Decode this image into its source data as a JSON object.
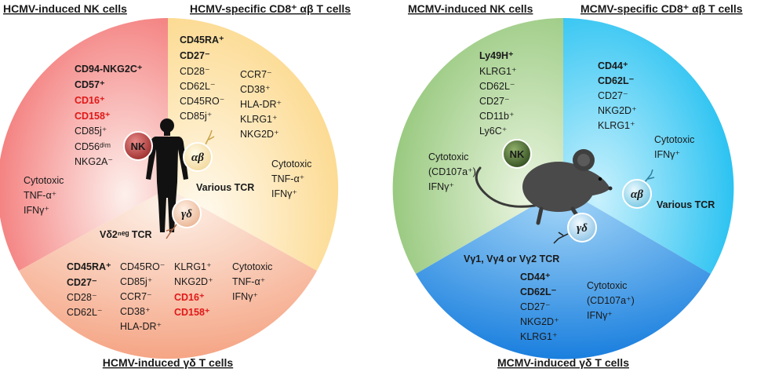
{
  "colors": {
    "nk_pink": "#f26c6c",
    "cd8_cream": "#fbd98c",
    "gd_peach": "#f6b08f",
    "m_green": "#9acb80",
    "m_cyan": "#2ec6f2",
    "m_blue": "#2288e0",
    "marker_red": "#e01818"
  },
  "hcmv": {
    "nk": {
      "title": "HCMV-induced NK cells",
      "markers": [
        "CD94-NKG2C⁺",
        "CD57⁺",
        "CD16⁺",
        "CD158⁺",
        "CD85j⁺",
        "CD56ᵈⁱᵐ",
        "NKG2A⁻"
      ],
      "function": [
        "Cytotoxic",
        "TNF-α⁺",
        "IFNγ⁺"
      ],
      "cell_label": "NK"
    },
    "cd8": {
      "title": "HCMV-specific CD8⁺ αβ T cells",
      "markers_col1": [
        "CD45RA⁺",
        "CD27⁻",
        "CD28⁻",
        "CD62L⁻",
        "CD45RO⁻",
        "CD85j⁺"
      ],
      "markers_col2": [
        "CCR7⁻",
        "CD38⁺",
        "HLA-DR⁺",
        "KLRG1⁺",
        "NKG2D⁺"
      ],
      "function": [
        "Cytotoxic",
        "TNF-α⁺",
        "IFNγ⁺"
      ],
      "tcr": "Various TCR",
      "cell_label": "αβ"
    },
    "gd": {
      "title": "HCMV-induced γδ T cells",
      "tcr": "Vδ2ⁿᵉᵍ TCR",
      "markers_col1": [
        "CD45RA⁺",
        "CD27⁻",
        "CD28⁻",
        "CD62L⁻"
      ],
      "markers_col2": [
        "CD45RO⁻",
        "CD85j⁺",
        "CCR7⁻",
        "CD38⁺",
        "HLA-DR⁺"
      ],
      "markers_col3": [
        "KLRG1⁺",
        "NKG2D⁺",
        "CD16⁺",
        "CD158⁺"
      ],
      "function": [
        "Cytotoxic",
        "TNF-α⁺",
        "IFNγ⁺"
      ],
      "cell_label": "γδ"
    }
  },
  "mcmv": {
    "nk": {
      "title": "MCMV-induced NK cells",
      "markers": [
        "Ly49H⁺",
        "KLRG1⁺",
        "CD62L⁻",
        "CD27⁻",
        "CD11b⁺",
        "Ly6C⁺"
      ],
      "function": [
        "Cytotoxic",
        "(CD107a⁺)",
        "IFNγ⁺"
      ],
      "cell_label": "NK"
    },
    "cd8": {
      "title": "MCMV-specific CD8⁺ αβ T cells",
      "markers": [
        "CD44⁺",
        "CD62L⁻",
        "CD27⁻",
        "NKG2D⁺",
        "KLRG1⁺"
      ],
      "function": [
        "Cytotoxic",
        "IFNγ⁺"
      ],
      "tcr": "Various TCR",
      "cell_label": "αβ"
    },
    "gd": {
      "title": "MCMV-induced γδ T cells",
      "tcr": "Vγ1, Vγ4 or Vγ2 TCR",
      "markers": [
        "CD44⁺",
        "CD62L⁻",
        "CD27⁻",
        "NKG2D⁺",
        "KLRG1⁺"
      ],
      "function": [
        "Cytotoxic",
        "(CD107a⁺)",
        "IFNγ⁺"
      ],
      "cell_label": "γδ"
    }
  }
}
